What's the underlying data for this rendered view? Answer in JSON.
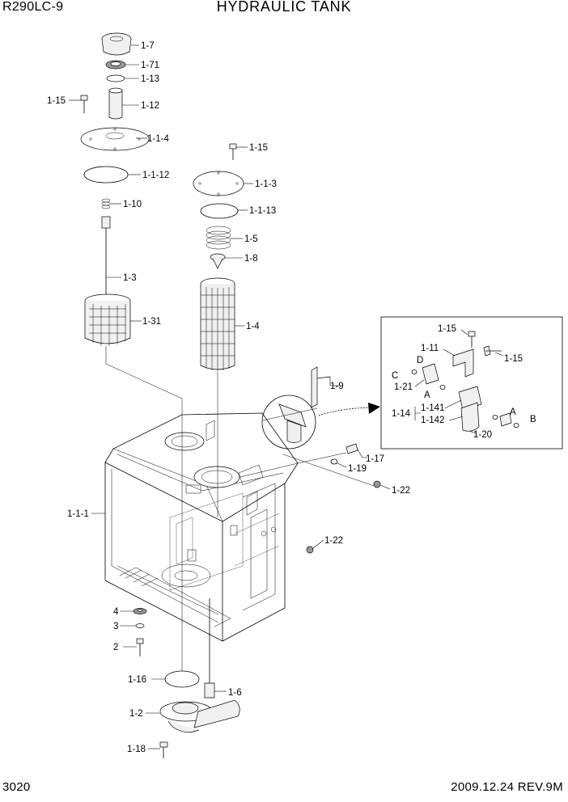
{
  "header": {
    "model": "R290LC-9",
    "title": "HYDRAULIC TANK"
  },
  "footer": {
    "page_number": "3020",
    "date_rev": "2009.12.24  REV.9M"
  },
  "callouts": {
    "c_1_7": "1-7",
    "c_1_71": "1-71",
    "c_1_13": "1-13",
    "c_1_12": "1-12",
    "c_1_15a": "1-15",
    "c_1_1_4": "1-1-4",
    "c_1_1_12": "1-1-12",
    "c_1_10": "1-10",
    "c_1_3": "1-3",
    "c_1_31": "1-31",
    "c_1_15b": "1-15",
    "c_1_1_3": "1-1-3",
    "c_1_1_13": "1-1-13",
    "c_1_5": "1-5",
    "c_1_8": "1-8",
    "c_1_4": "1-4",
    "c_1_9": "1-9",
    "c_1_17": "1-17",
    "c_1_19": "1-19",
    "c_1_22a": "1-22",
    "c_1_22b": "1-22",
    "c_1_1_1": "1-1-1",
    "c_4": "4",
    "c_3": "3",
    "c_2": "2",
    "c_1_16": "1-16",
    "c_1_6": "1-6",
    "c_1_2": "1-2",
    "c_1_18": "1-18"
  },
  "detail": {
    "c_1_15a": "1-15",
    "c_1_15b": "1-15",
    "c_1_11": "1-11",
    "c_D": "D",
    "c_C": "C",
    "c_1_21": "1-21",
    "c_A1": "A",
    "c_1_14": "1-14",
    "c_1_141": "1-141",
    "c_1_142": "1-142",
    "c_A2": "A",
    "c_B": "B",
    "c_1_20": "1-20"
  }
}
